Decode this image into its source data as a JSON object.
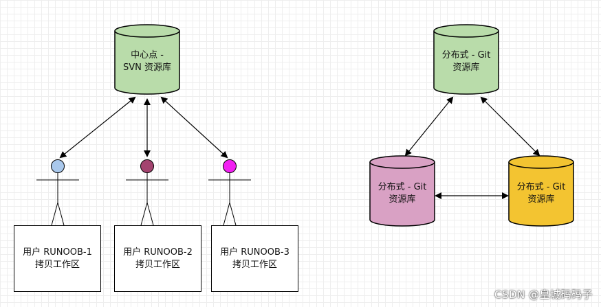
{
  "svn": {
    "repo_label": "中心点 -\nSVN 资源库",
    "users": [
      {
        "label": "用户 RUNOOB-1\n拷贝工作区",
        "head_color": "#a9c8ec"
      },
      {
        "label": "用户 RUNOOB-2\n拷贝工作区",
        "head_color": "#a3436f"
      },
      {
        "label": "用户 RUNOOB-3\n拷贝工作区",
        "head_color": "#f21ff2"
      }
    ],
    "repo_color": "#b9dcaa"
  },
  "git": {
    "top_label": "分布式 - Git\n资源库",
    "left_label": "分布式 - Git\n资源库",
    "right_label": "分布式 - Git\n资源库",
    "top_color": "#b9dcaa",
    "left_color": "#d9a1c4",
    "right_color": "#f3c431"
  },
  "watermark": "CSDN @皇城码码子"
}
